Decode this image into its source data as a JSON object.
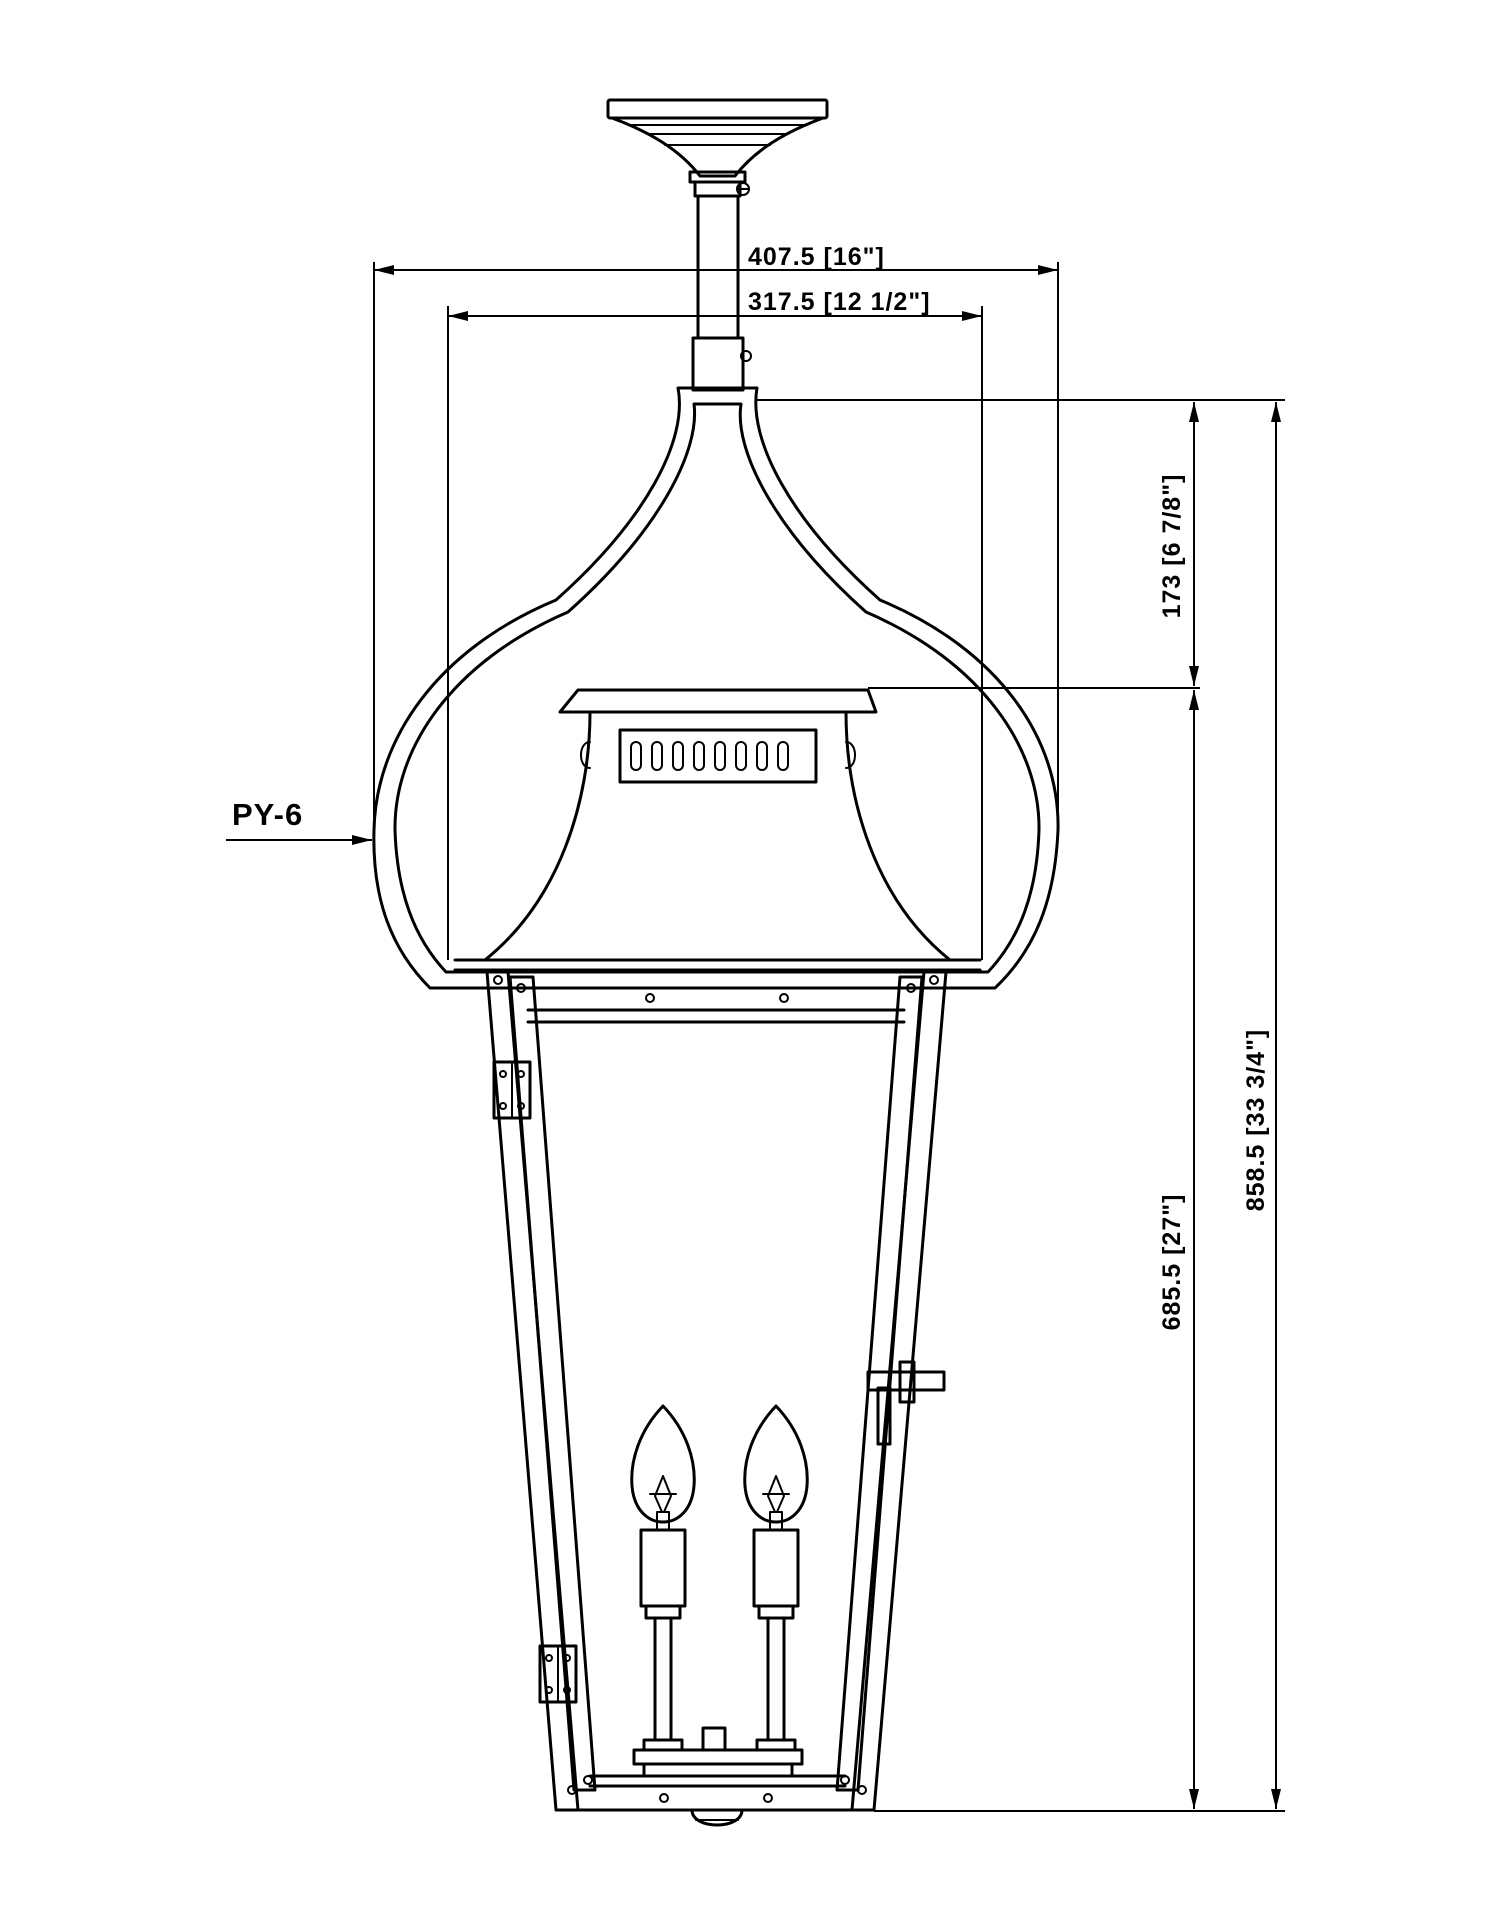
{
  "dimensions": {
    "overall_width": "407.5 [16\"]",
    "inner_width": "317.5 [12 1/2\"]",
    "top_height": "173 [6 7/8\"]",
    "body_height": "685.5 [27\"]",
    "overall_height": "858.5 [33 3/4\"]"
  },
  "callout": {
    "label": "PY-6"
  }
}
